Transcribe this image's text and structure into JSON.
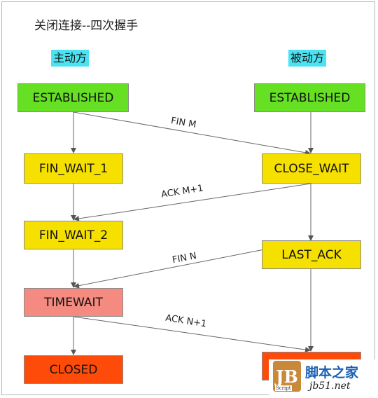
{
  "title": "关闭连接--四次握手",
  "active_side": "主动方",
  "passive_side": "被动方",
  "left_states": [
    "ESTABLISHED",
    "FIN_WAIT_1",
    "FIN_WAIT_2",
    "TIMEWAIT",
    "CLOSED"
  ],
  "right_states": [
    "ESTABLISHED",
    "CLOSE_WAIT",
    "LAST_ACK",
    ""
  ],
  "messages": [
    "FIN M",
    "ACK M+1",
    "FIN N",
    "ACK N+1"
  ],
  "watermark": {
    "badge": "JB",
    "badge_sub": "Script",
    "site_name": "脚本之家",
    "url": "jb51.net"
  },
  "colors": {
    "established": "#66e022",
    "wait": "#f5e000",
    "timewait": "#f58a80",
    "closed": "#ff4b0a",
    "role_label": "#4be3f1"
  }
}
